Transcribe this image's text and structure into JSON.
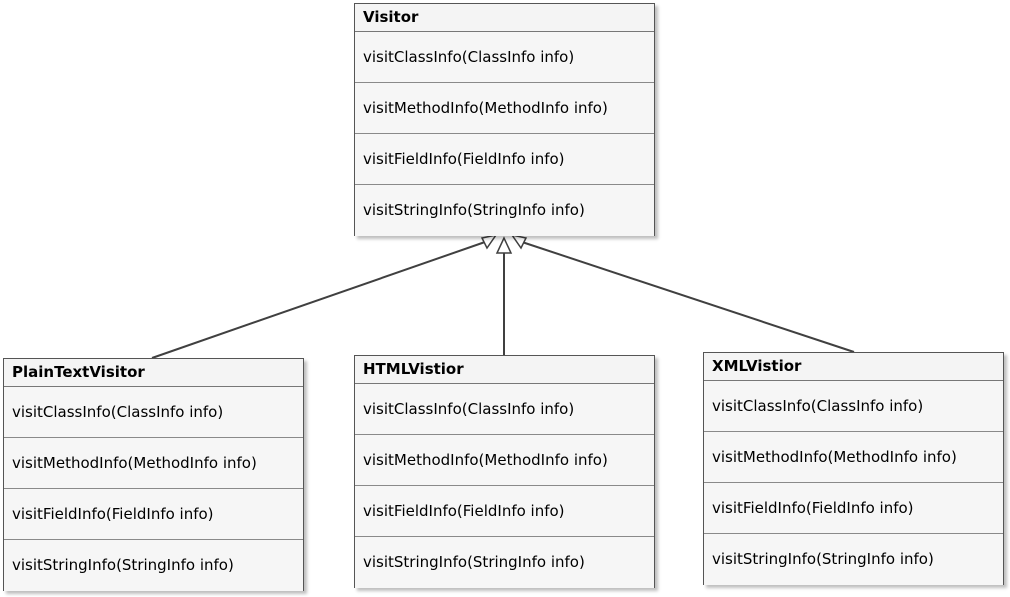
{
  "classes": [
    {
      "title": "Visitor",
      "methods": [
        "visitClassInfo(ClassInfo info)",
        "visitMethodInfo(MethodInfo info)",
        "visitFieldInfo(FieldInfo info)",
        "visitStringInfo(StringInfo info)"
      ]
    },
    {
      "title": "PlainTextVisitor",
      "methods": [
        "visitClassInfo(ClassInfo info)",
        "visitMethodInfo(MethodInfo info)",
        "visitFieldInfo(FieldInfo info)",
        "visitStringInfo(StringInfo info)"
      ]
    },
    {
      "title": "HTMLVistior",
      "methods": [
        "visitClassInfo(ClassInfo info)",
        "visitMethodInfo(MethodInfo info)",
        "visitFieldInfo(FieldInfo info)",
        "visitStringInfo(StringInfo info)"
      ]
    },
    {
      "title": "XMLVistior",
      "methods": [
        "visitClassInfo(ClassInfo info)",
        "visitMethodInfo(MethodInfo info)",
        "visitFieldInfo(FieldInfo info)",
        "visitStringInfo(StringInfo info)"
      ]
    }
  ],
  "relations": [
    {
      "type": "generalization",
      "from": "PlainTextVisitor",
      "to": "Visitor"
    },
    {
      "type": "generalization",
      "from": "HTMLVistior",
      "to": "Visitor"
    },
    {
      "type": "generalization",
      "from": "XMLVistior",
      "to": "Visitor"
    }
  ],
  "colors": {
    "line": "#404040",
    "box_border": "#555555",
    "box_fill": "#f6f6f6"
  }
}
